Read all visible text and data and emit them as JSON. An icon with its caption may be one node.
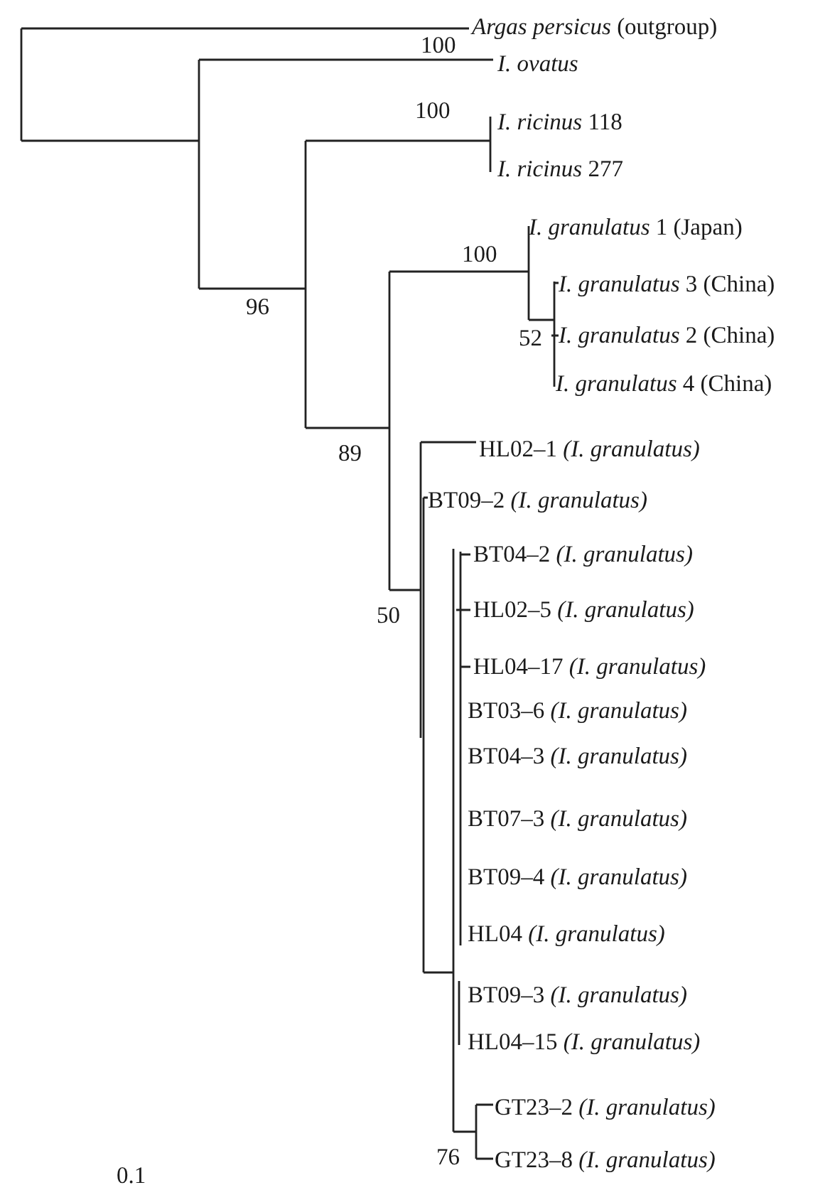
{
  "diagram": {
    "labels": [
      "*Argas persicus* (outgroup)",
      "100",
      "I. ovatus",
      "100",
      "*I. ricinus* 118",
      "*I. ricinus* 277",
      "*I. granulatus* 1 (Japan)",
      "100",
      "*I. granulatus* 3 (China)",
      "96",
      "52",
      "*I. granulatus* 2 (China)",
      "*I. granulatus* 4 (China)",
      "89",
      "HL02–1 *(I. granulatus)*",
      "BT09–2 *(I. granulatus)*",
      "BT04–2 *(I. granulatus)*",
      "50",
      "HL02–5 *(I. granulatus)*",
      "HL04–17 *(I. granulatus)*",
      "BT03–6 *(I. granulatus)*",
      "BT04–3 *(I. granulatus)*",
      "BT07–3 *(I. granulatus)*",
      "BT09–4 *(I. granulatus)*",
      "HL04 *(I. granulatus)*",
      "BT09–3 *(I. granulatus)*",
      "HL04–15 *(I. granulatus)*",
      "GT23–2 *(I. granulatus)*",
      "76",
      "GT23–8 *(I. granulatus)*",
      "0.1"
    ]
  }
}
